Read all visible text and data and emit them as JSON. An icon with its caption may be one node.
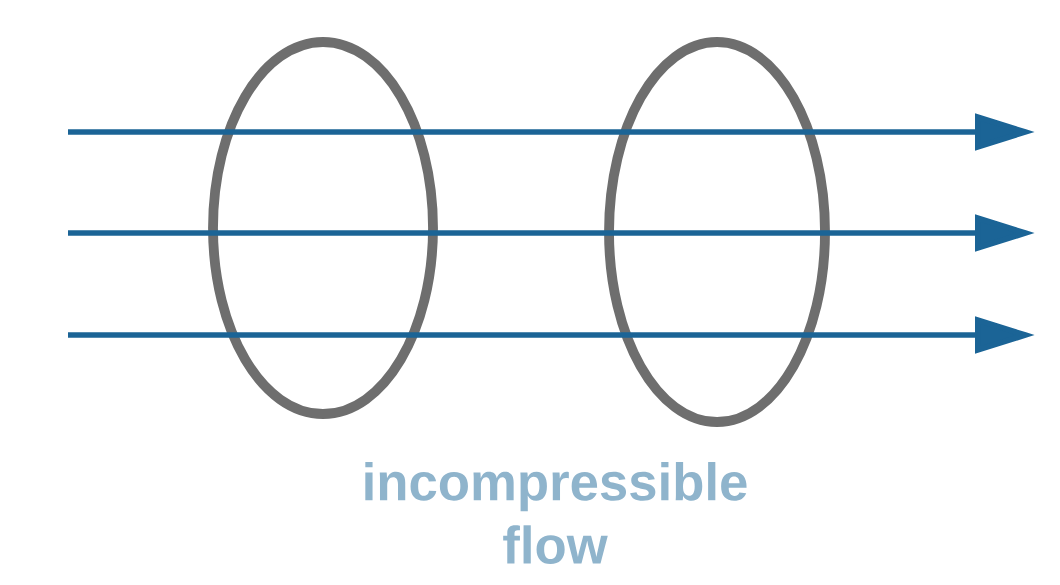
{
  "diagram": {
    "caption": "incompressible flow",
    "nodes": [
      {
        "text": [],
        "shape": "ellipse"
      },
      {
        "text": [],
        "shape": "ellipse"
      }
    ]
  }
}
